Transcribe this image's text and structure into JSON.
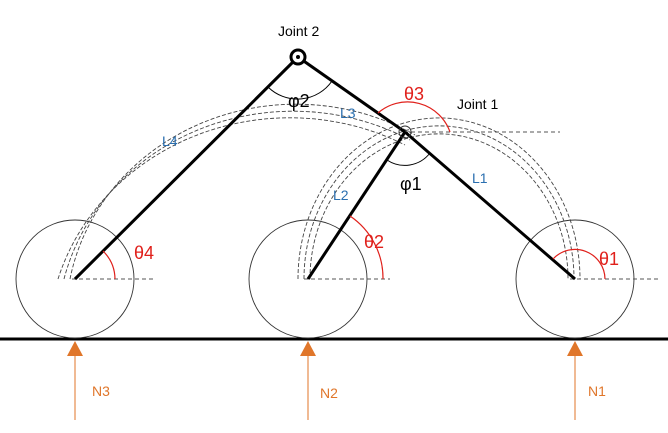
{
  "diagram": {
    "joints": {
      "joint1": "Joint 1",
      "joint2": "Joint 2"
    },
    "links": {
      "l1": "L1",
      "l2": "L2",
      "l3": "L3",
      "l4": "L4"
    },
    "angles": {
      "theta1": "θ1",
      "theta2": "θ2",
      "theta3": "θ3",
      "theta4": "θ4",
      "phi1": "φ1",
      "phi2": "φ2"
    },
    "forces": {
      "n1": "N1",
      "n2": "N2",
      "n3": "N3"
    },
    "colors": {
      "link_label": "#2a6fb0",
      "theta": "#e0201b",
      "force": "#e0762a",
      "structure": "#000000"
    }
  }
}
